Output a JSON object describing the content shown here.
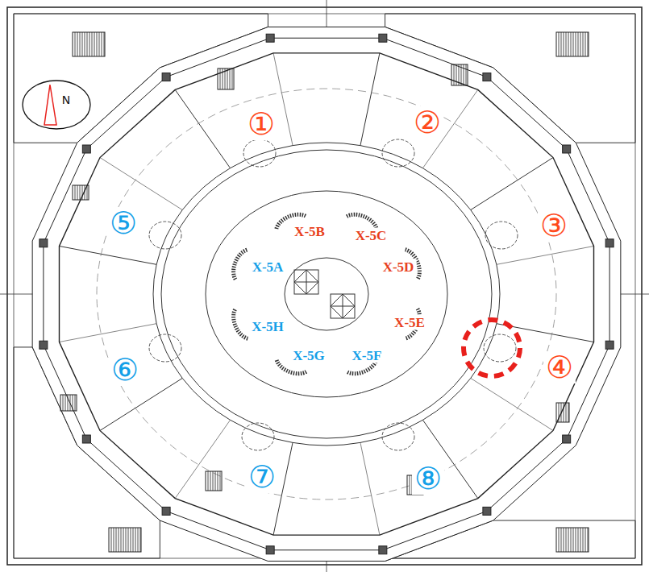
{
  "diagram": {
    "labels": [
      "N",
      "①",
      "②",
      "③",
      "④",
      "⑤",
      "⑥",
      "⑦",
      "⑧",
      "X-5B",
      "X-5C",
      "X-5A",
      "X-5D",
      "X-5H",
      "X-5E",
      "X-5G",
      "X-5F"
    ]
  }
}
